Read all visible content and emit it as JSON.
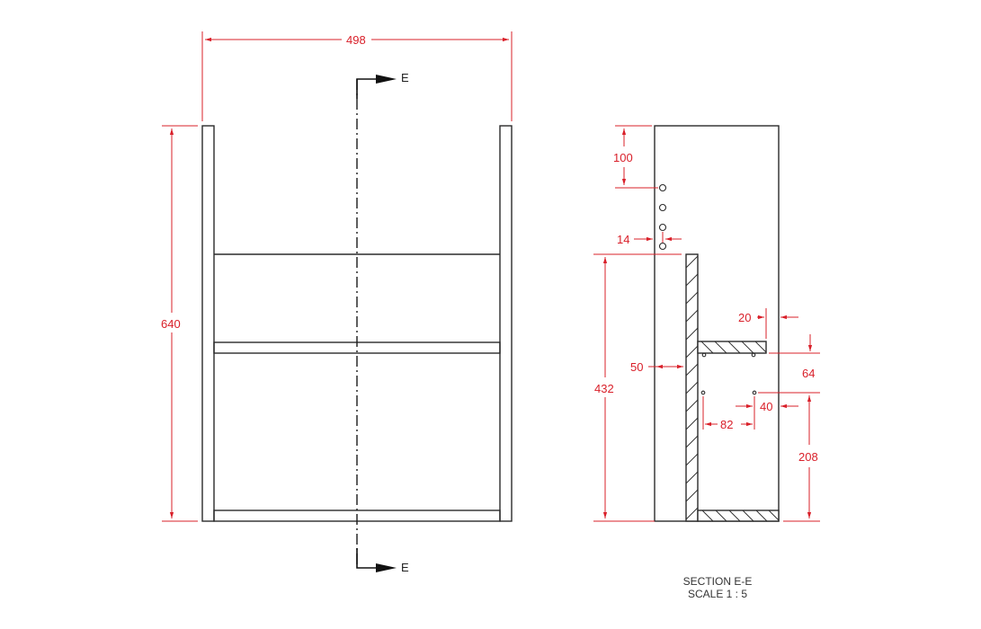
{
  "colors": {
    "object_line": "#2b2b2b",
    "dimension": "#d9202a",
    "background": "#ffffff"
  },
  "front_view": {
    "overall_width_label": "498",
    "overall_height_label": "640",
    "section_marker_label": "E",
    "section_marker_top_label": "E",
    "section_marker_bottom_label": "E"
  },
  "section_view": {
    "title": "SECTION E-E",
    "scale": "SCALE 1 : 5",
    "dimensions": {
      "top_to_first_hole": "100",
      "hole_inset": "14",
      "carcass_height": "432",
      "back_panel_offset": "50",
      "shelf_front_setback": "20",
      "shelf_to_hole": "64",
      "hole_front_inset": "40",
      "hole_spacing": "82",
      "hole_height_from_base": "208"
    },
    "hole_count": 4
  }
}
